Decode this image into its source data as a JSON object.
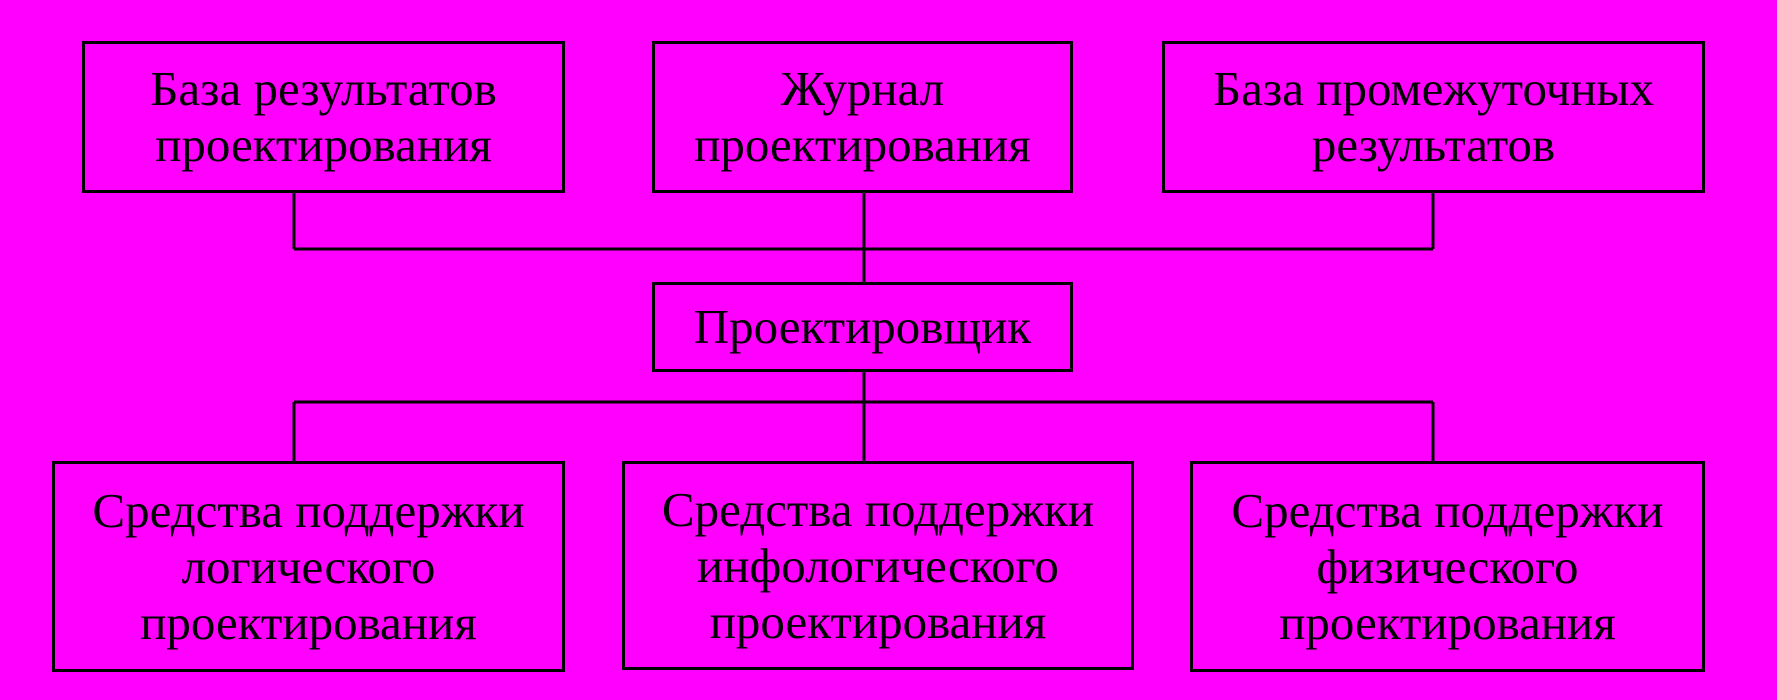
{
  "colors": {
    "background": "#ff00ff",
    "stroke": "#000000",
    "text": "#000000"
  },
  "diagram": {
    "top_row": [
      {
        "id": "base-results",
        "lines": [
          "База результатов",
          "проектирования"
        ]
      },
      {
        "id": "journal",
        "lines": [
          "Журнал",
          "проектирования"
        ]
      },
      {
        "id": "base-interim",
        "lines": [
          "База промежуточных",
          "результатов"
        ]
      }
    ],
    "center": {
      "id": "designer",
      "lines": [
        "Проектировщик"
      ]
    },
    "bottom_row": [
      {
        "id": "logical",
        "lines": [
          "Средства поддержки",
          "логического",
          "проектирования"
        ]
      },
      {
        "id": "infological",
        "lines": [
          "Средства поддержки",
          "инфологического",
          "проектирования"
        ]
      },
      {
        "id": "physical",
        "lines": [
          "Средства поддержки",
          "физического",
          "проектирования"
        ]
      }
    ],
    "edges": [
      {
        "from": "base-results",
        "to": "designer"
      },
      {
        "from": "journal",
        "to": "designer"
      },
      {
        "from": "base-interim",
        "to": "designer"
      },
      {
        "from": "designer",
        "to": "logical"
      },
      {
        "from": "designer",
        "to": "infological"
      },
      {
        "from": "designer",
        "to": "physical"
      }
    ]
  }
}
